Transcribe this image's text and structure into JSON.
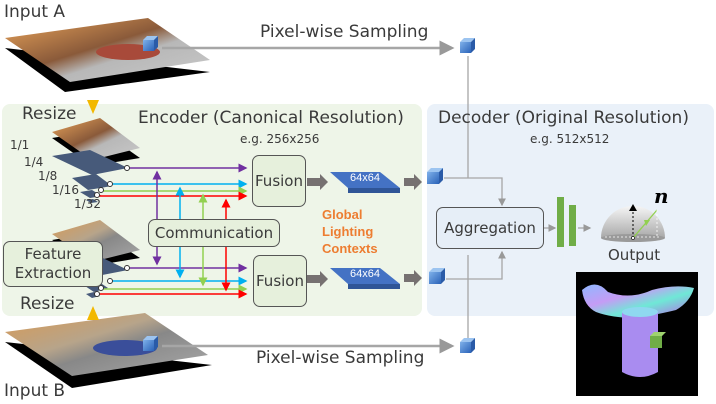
{
  "inputs": {
    "a_label": "Input A",
    "b_label": "Input B"
  },
  "sampling": {
    "top_label": "Pixel-wise Sampling",
    "bottom_label": "Pixel-wise Sampling"
  },
  "encoder": {
    "title": "Encoder (Canonical Resolution)",
    "subtitle": "e.g. 256x256",
    "resize_top": "Resize",
    "resize_bottom": "Resize",
    "scales": [
      "1/1",
      "1/4",
      "1/8",
      "1/16",
      "1/32"
    ],
    "fusion_top": "Fusion",
    "fusion_bottom": "Fusion",
    "communication": "Communication",
    "feature_extraction": "Feature Extraction",
    "feature_size_top": "64x64",
    "feature_size_bottom": "64x64",
    "context_label": [
      "Global",
      "Lighting",
      "Contexts"
    ],
    "stream_colors": [
      "#7030a0",
      "#00b0f0",
      "#92d050",
      "#ff0000"
    ]
  },
  "decoder": {
    "title": "Decoder (Original Resolution)",
    "subtitle": "e.g. 512x512",
    "aggregation": "Aggregation",
    "output_label": "Output",
    "normal_symbol": "n"
  },
  "colors": {
    "encoder_bg": "#eef5e8",
    "decoder_bg": "#eaf1f9",
    "context_text": "#ed7d31",
    "feature_blue": "#3b6fc6",
    "mlp_green": "#70ad47"
  }
}
